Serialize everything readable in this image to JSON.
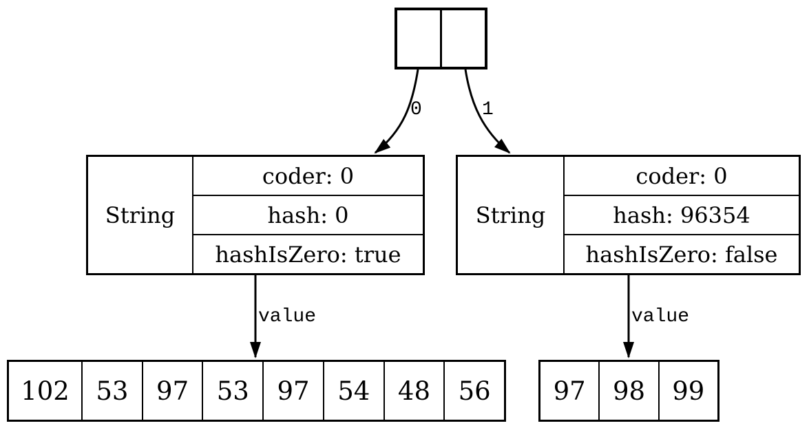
{
  "diagram": {
    "background": "#ffffff",
    "stroke_color": "#000000",
    "root_node": {
      "cells": [
        "",
        ""
      ]
    },
    "edges": {
      "left_ref": {
        "label": "0"
      },
      "right_ref": {
        "label": "1"
      },
      "left_value": {
        "label": "value"
      },
      "right_value": {
        "label": "value"
      }
    },
    "string_nodes": [
      {
        "class_name": "String",
        "fields": [
          "coder: 0",
          "hash: 0",
          "hashIsZero: true"
        ]
      },
      {
        "class_name": "String",
        "fields": [
          "coder: 0",
          "hash: 96354",
          "hashIsZero: false"
        ]
      }
    ],
    "value_arrays": [
      {
        "cells": [
          "102",
          "53",
          "97",
          "53",
          "97",
          "54",
          "48",
          "56"
        ]
      },
      {
        "cells": [
          "97",
          "98",
          "99"
        ]
      }
    ]
  }
}
